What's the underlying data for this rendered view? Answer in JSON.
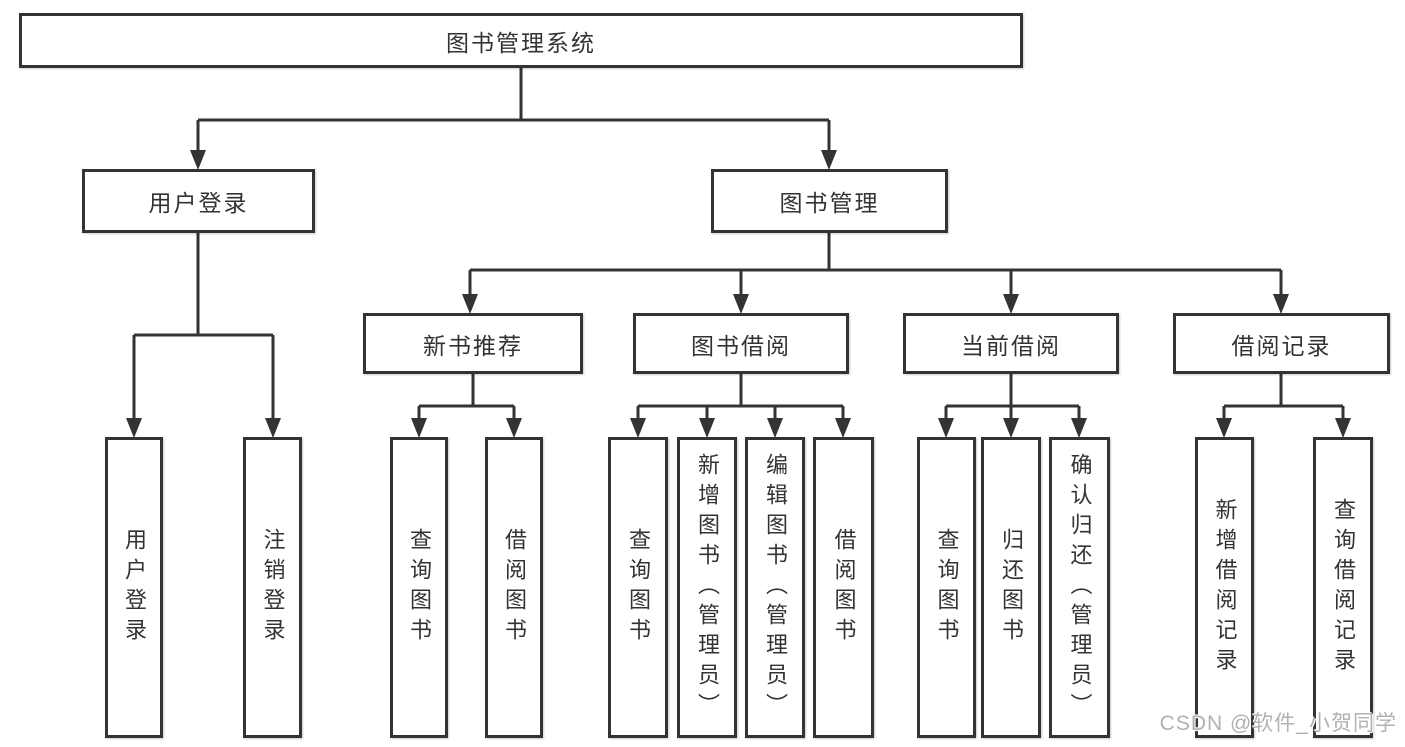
{
  "tree": {
    "root": {
      "label": "图书管理系统",
      "children": [
        {
          "label": "用户登录",
          "children": [
            {
              "label": "用户登录"
            },
            {
              "label": "注销登录"
            }
          ]
        },
        {
          "label": "图书管理",
          "children": [
            {
              "label": "新书推荐",
              "children": [
                {
                  "label": "查询图书"
                },
                {
                  "label": "借阅图书"
                }
              ]
            },
            {
              "label": "图书借阅",
              "children": [
                {
                  "label": "查询图书"
                },
                {
                  "label": "新增图书（管理员）"
                },
                {
                  "label": "编辑图书（管理员）"
                },
                {
                  "label": "借阅图书"
                }
              ]
            },
            {
              "label": "当前借阅",
              "children": [
                {
                  "label": "查询图书"
                },
                {
                  "label": "归还图书"
                },
                {
                  "label": "确认归还（管理员）"
                }
              ]
            },
            {
              "label": "借阅记录",
              "children": [
                {
                  "label": "新增借阅记录"
                },
                {
                  "label": "查询借阅记录"
                }
              ]
            }
          ]
        }
      ]
    }
  },
  "watermark": {
    "text": "CSDN @软件_小贺同学"
  },
  "colors": {
    "line": "#333333",
    "box_border": "#333333",
    "text": "#333333",
    "background": "#ffffff",
    "watermark_text": "#a3a3a3"
  }
}
